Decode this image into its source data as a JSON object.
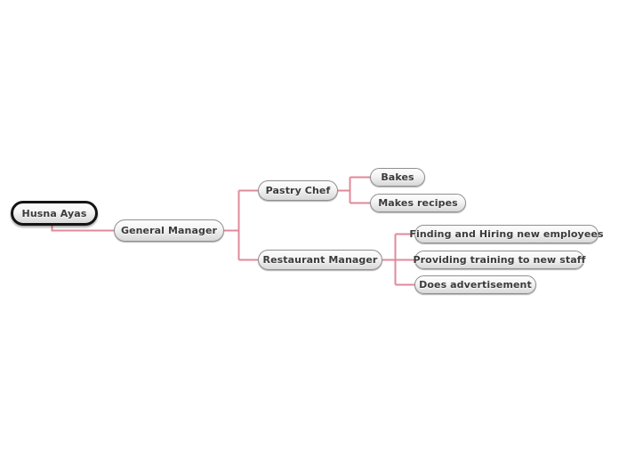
{
  "diagram": {
    "type": "mind-map",
    "title": "Husna Ayas",
    "background_color": "#ffffff",
    "connector_color": "#e08a99",
    "node_border_color": "#8e8e8e",
    "root_border_color": "#141414",
    "node_text_color": "#3b3b3b",
    "nodes": {
      "root": {
        "label": "Husna Ayas"
      },
      "general_manager": {
        "label": "General Manager"
      },
      "pastry_chef": {
        "label": "Pastry Chef"
      },
      "restaurant_manager": {
        "label": "Restaurant Manager"
      },
      "bakes": {
        "label": "Bakes"
      },
      "makes_recipes": {
        "label": "Makes recipes"
      },
      "finding_hiring": {
        "label": "Finding and Hiring new employees"
      },
      "providing_training": {
        "label": "Providing training to new staff"
      },
      "does_advertisement": {
        "label": "Does advertisement"
      }
    }
  }
}
